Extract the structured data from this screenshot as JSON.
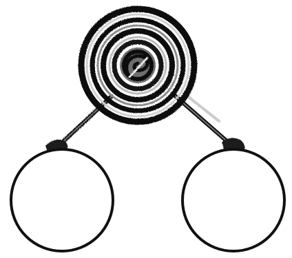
{
  "nodes": {
    "root": {
      "symbol": "spiral-icon"
    },
    "children": [
      {
        "id": "left-child",
        "content": ""
      },
      {
        "id": "right-child",
        "content": ""
      }
    ]
  },
  "edges": [
    {
      "from": "root",
      "to": "left-child"
    },
    {
      "from": "root",
      "to": "right-child"
    }
  ],
  "colors": {
    "ink": "#111111",
    "ink_soft": "#3a3a3a",
    "paper": "#ffffff"
  }
}
